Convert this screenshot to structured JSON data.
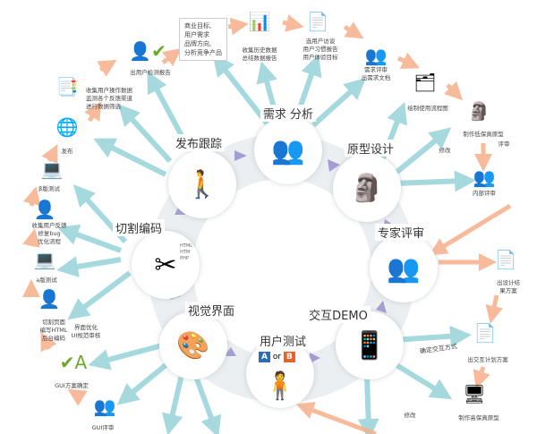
{
  "colors": {
    "ring": "#eceff1",
    "teal_arrow": "#8fd0d6",
    "orange_arrow": "#f6b08a",
    "purple_arrow": "#9a8fd0"
  },
  "hubs": [
    {
      "id": "requirements",
      "label": "需求 分析",
      "icon": "people-chart-icon"
    },
    {
      "id": "prototype",
      "label": "原型设计",
      "icon": "rock-model-icon"
    },
    {
      "id": "expert-review",
      "label": "专家评审",
      "icon": "review-panel-icon"
    },
    {
      "id": "interaction-demo",
      "label": "交互DEMO",
      "icon": "devices-icon"
    },
    {
      "id": "user-testing",
      "label": "用户测试",
      "icon": "ab-test-icon"
    },
    {
      "id": "visual-ui",
      "label": "视觉界面",
      "icon": "palette-icon"
    },
    {
      "id": "coding",
      "label": "切割编码",
      "icon": "scissors-icon"
    },
    {
      "id": "release-tracking",
      "label": "发布跟踪",
      "icon": "person-dog-icon"
    }
  ],
  "coding_formats": [
    "HTML",
    "HTM",
    "PHP"
  ],
  "ab_test": {
    "a": "A",
    "or": "or",
    "b": "B"
  },
  "satellites": {
    "business_goals": "商业目标,\n用户需求\n品牌方向,\n分析竞争产品",
    "history_data": "收集历史数据\n总结数据报告",
    "user_interview": "选用户访谈\n用户习惯报告\n用户体验目标",
    "req_review": "需求评审\n出需求文档",
    "flowchart": "绘制使用流程图",
    "lofi": "制作低保真原型",
    "review": "评审",
    "modify1": "修改",
    "internal_review": "内部评审",
    "design_result": "出设计结果方案",
    "interaction_plan": "出交互计划方案",
    "interaction_mode": "确定交互方式",
    "hifi": "制作高保真原型",
    "modify2": "修改",
    "user_report": "出用户检测报告",
    "collect_ops": "收集用户操作数据\n监测各个反馈渠道\n进行数据筛选",
    "release": "发布",
    "beta": "β版测试",
    "feedback": "收集用户反馈\n修复bug\n优化流程",
    "alpha": "a版测试",
    "cut_pages": "切割页面\n编写HTML\n后台编码",
    "ui_opt": "界面优化\nUI规范审核",
    "gui_confirm": "GUI方案确定",
    "gui_review": "GUI评审"
  }
}
